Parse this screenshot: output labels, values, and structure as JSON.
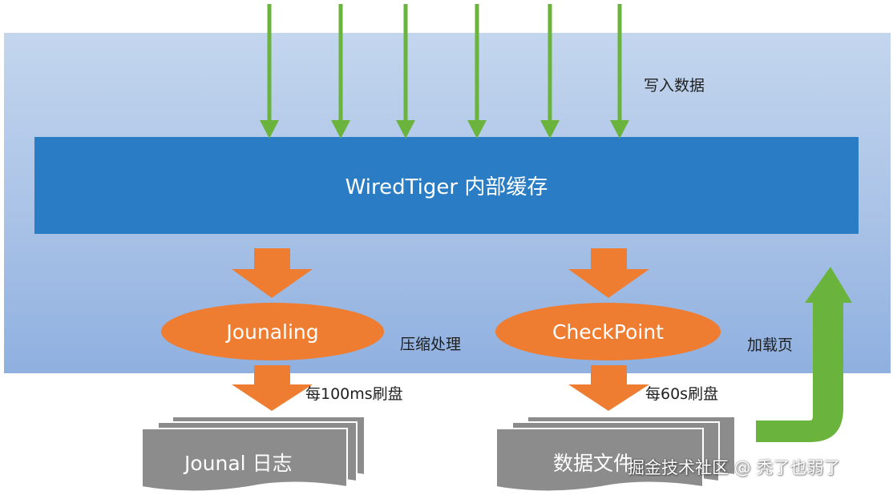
{
  "labels": {
    "write_data": "写入数据",
    "cache": "WiredTiger 内部缓存",
    "journaling": "Jounaling",
    "checkpoint": "CheckPoint",
    "compress": "压缩处理",
    "load_page": "加载页",
    "flush_100ms": "每100ms刷盘",
    "flush_60s": "每60s刷盘",
    "journal_log": "Jounal 日志",
    "data_files": "数据文件",
    "watermark": "掘金技术社区 @ 秃了也弱了"
  },
  "icons": {
    "write_arrows": "arrow-down-icon",
    "flow_arrows": "block-arrow-down-icon",
    "load_arrow": "curved-arrow-up-icon"
  },
  "colors": {
    "panel": "#a9c2e6",
    "cache": "#2a7dc4",
    "orange": "#ef7d31",
    "green": "#6ab43e",
    "doc_gray": "#8c8c8c"
  }
}
